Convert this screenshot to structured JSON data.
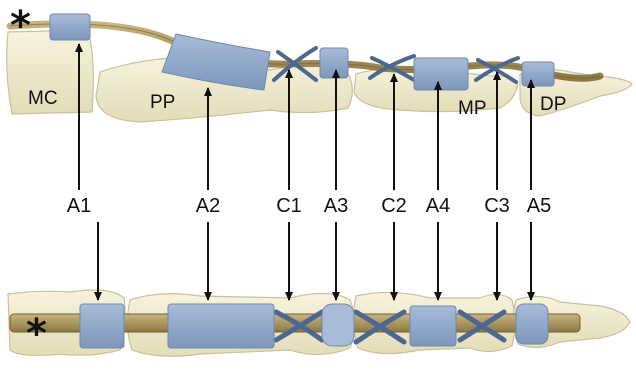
{
  "bone_labels": {
    "mc": "MC",
    "pp": "PP",
    "mp": "MP",
    "dp": "DP"
  },
  "pulley_labels": [
    "A1",
    "A2",
    "C1",
    "A3",
    "C2",
    "A4",
    "C3",
    "A5"
  ],
  "marker_symbol": "*",
  "colors": {
    "bone": "#efeacb",
    "bone_edge": "#c9c19c",
    "tendon": "#a89460",
    "annular_pulley": "#8ea6c8",
    "cruciate_pulley": "#4d6890",
    "arrow": "#111111"
  }
}
